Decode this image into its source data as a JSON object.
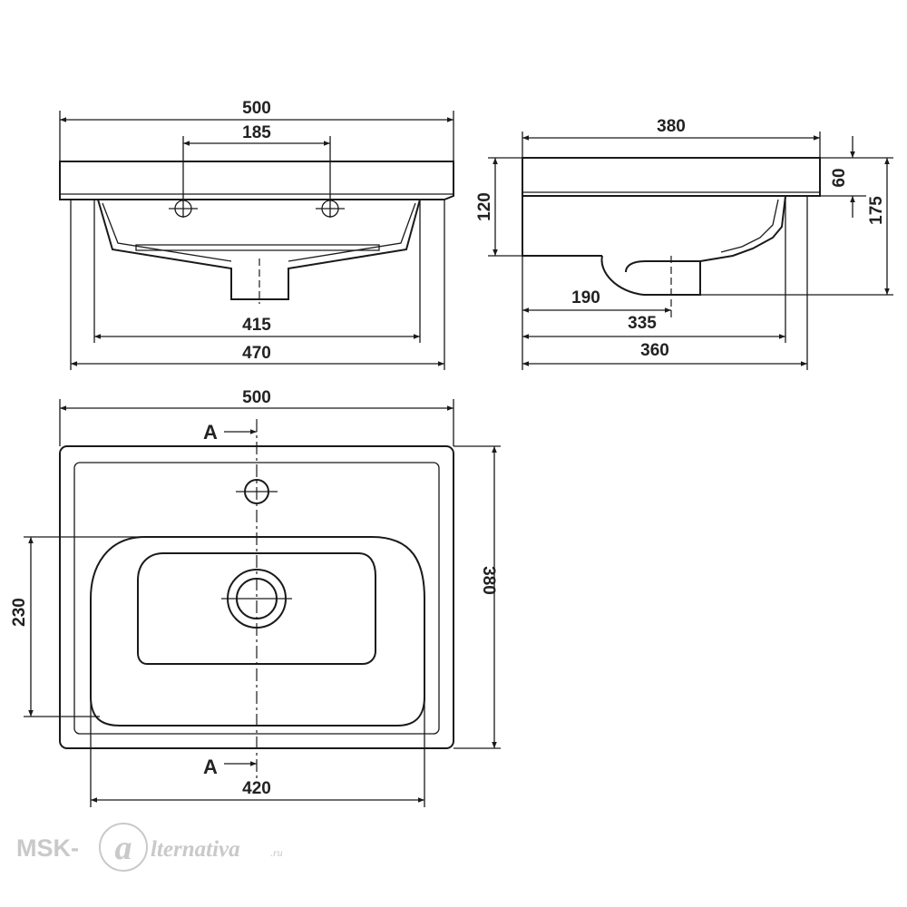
{
  "front_view": {
    "dims": {
      "overall_width": "500",
      "tap_spacing": "185",
      "inner_width": "415",
      "base_width": "470"
    }
  },
  "side_view": {
    "dims": {
      "depth": "380",
      "rim_height": "60",
      "total_height": "175",
      "basin_height": "120",
      "drain_offset": "190",
      "drain_to_back": "335",
      "base_depth": "360"
    }
  },
  "plan_view": {
    "dims": {
      "width": "500",
      "depth": "380",
      "bowl_depth": "230",
      "bowl_width": "420"
    },
    "section_label_top": "A",
    "section_label_bottom": "A"
  },
  "watermark": {
    "prefix": "MSK-",
    "script": "lternativa",
    "suffix": ".ru"
  }
}
